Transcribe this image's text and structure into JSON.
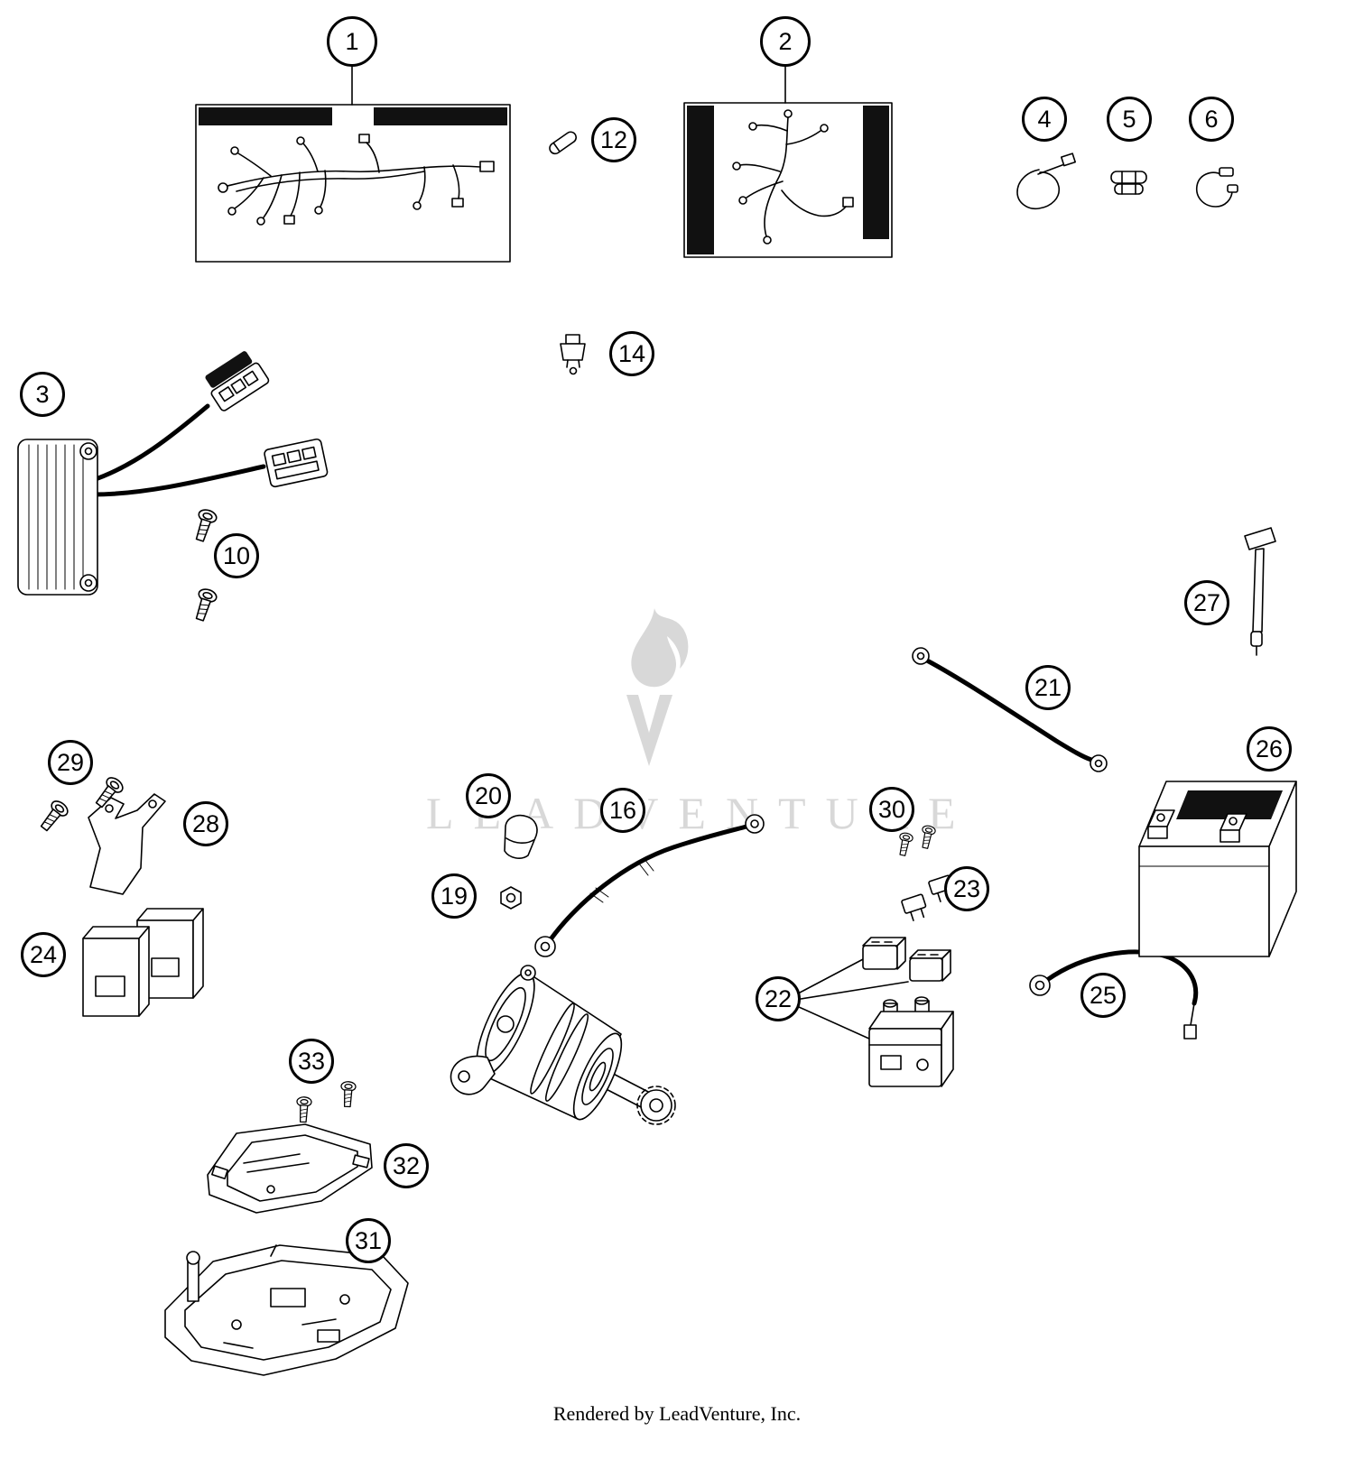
{
  "diagram": {
    "footer": "Rendered by LeadVenture, Inc.",
    "watermark": "LEADVENTURE",
    "background_color": "#ffffff",
    "line_color": "#000000",
    "watermark_color": "#d8d8d8"
  },
  "callouts": [
    {
      "label": "1",
      "part": "main-wiring-harness"
    },
    {
      "label": "2",
      "part": "auxiliary-wiring-harness"
    },
    {
      "label": "3",
      "part": "voltage-regulator"
    },
    {
      "label": "4",
      "part": "cable-tie"
    },
    {
      "label": "5",
      "part": "clamp"
    },
    {
      "label": "6",
      "part": "clamp"
    },
    {
      "label": "10",
      "part": "screws"
    },
    {
      "label": "12",
      "part": "clip"
    },
    {
      "label": "14",
      "part": "connector"
    },
    {
      "label": "16",
      "part": "starter-cable"
    },
    {
      "label": "19",
      "part": "nut"
    },
    {
      "label": "20",
      "part": "protection-cap"
    },
    {
      "label": "21",
      "part": "battery-plus-cable"
    },
    {
      "label": "22",
      "part": "starter-relay-fuse-box"
    },
    {
      "label": "23",
      "part": "fuses"
    },
    {
      "label": "24",
      "part": "relays"
    },
    {
      "label": "25",
      "part": "battery-minus-cable"
    },
    {
      "label": "26",
      "part": "battery"
    },
    {
      "label": "27",
      "part": "battery-strap"
    },
    {
      "label": "28",
      "part": "bracket"
    },
    {
      "label": "29",
      "part": "screws"
    },
    {
      "label": "30",
      "part": "screws"
    },
    {
      "label": "31",
      "part": "battery-tray"
    },
    {
      "label": "32",
      "part": "ecu-bracket"
    },
    {
      "label": "33",
      "part": "screws"
    }
  ]
}
